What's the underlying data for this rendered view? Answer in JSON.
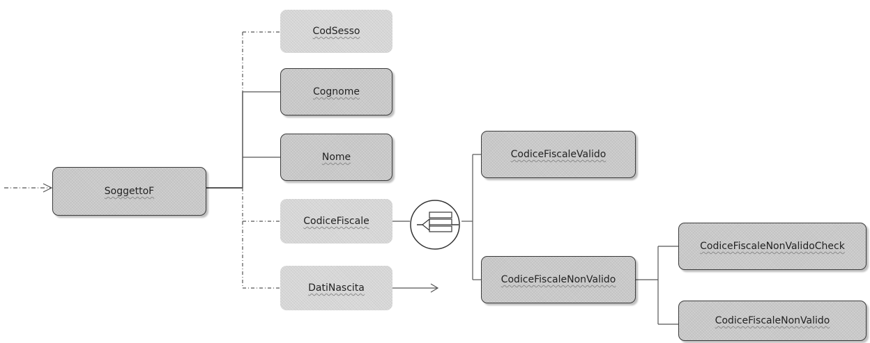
{
  "diagram": {
    "root": {
      "label": "SoggettoF"
    },
    "children": [
      {
        "label": "CodSesso",
        "optional": true
      },
      {
        "label": "Cognome",
        "optional": false
      },
      {
        "label": "Nome",
        "optional": false
      },
      {
        "label": "CodiceFiscale",
        "optional": true
      },
      {
        "label": "DatiNascita",
        "optional": true
      }
    ],
    "choice": {
      "options": [
        {
          "label": "CodiceFiscaleValido"
        },
        {
          "label": "CodiceFiscaleNonValido"
        }
      ],
      "sub_options": [
        {
          "label": "CodiceFiscaleNonValidoCheck"
        },
        {
          "label": "CodiceFiscaleNonValido"
        }
      ]
    }
  }
}
